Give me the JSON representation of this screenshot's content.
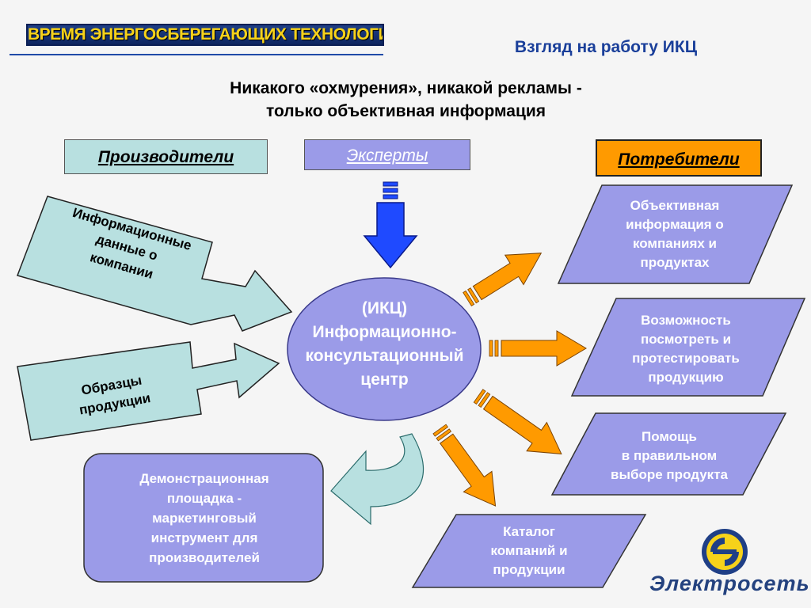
{
  "banner": "ВРЕМЯ ЭНЕРГОСБЕРЕГАЮЩИХ ТЕХНОЛОГИЙ",
  "slide_title": "Взгляд на работу ИКЦ",
  "subtitle": [
    "Никакого «охмурения», никакой рекламы -",
    "только объективная информация"
  ],
  "headers": {
    "producers": "Производители",
    "experts": "Эксперты",
    "consumers": "Потребители"
  },
  "left_inputs": {
    "info": [
      "Информационные",
      "данные о",
      "компании"
    ],
    "samples": [
      "Образцы",
      "продукции"
    ]
  },
  "center": [
    "(ИКЦ)",
    "Информационно-",
    "консультационный",
    "центр"
  ],
  "demo": [
    "Демонстрационная",
    "площадка -",
    "маркетинговый",
    "инструмент для",
    "производителей"
  ],
  "outputs": [
    [
      "Объективная",
      "информация о",
      "компаниях и",
      "продуктах"
    ],
    [
      "Возможность",
      "посмотреть и",
      "протестировать",
      "продукцию"
    ],
    [
      "Помощь",
      "в правильном",
      "выборе продукта"
    ],
    [
      "Каталог",
      "компаний и",
      "продукции"
    ]
  ],
  "logo": {
    "text": "Электросеть"
  },
  "colors": {
    "lilac": "#9b9be8",
    "teal": "#b8e0e0",
    "orange": "#ff9a00",
    "blue": "#1f3f86"
  }
}
